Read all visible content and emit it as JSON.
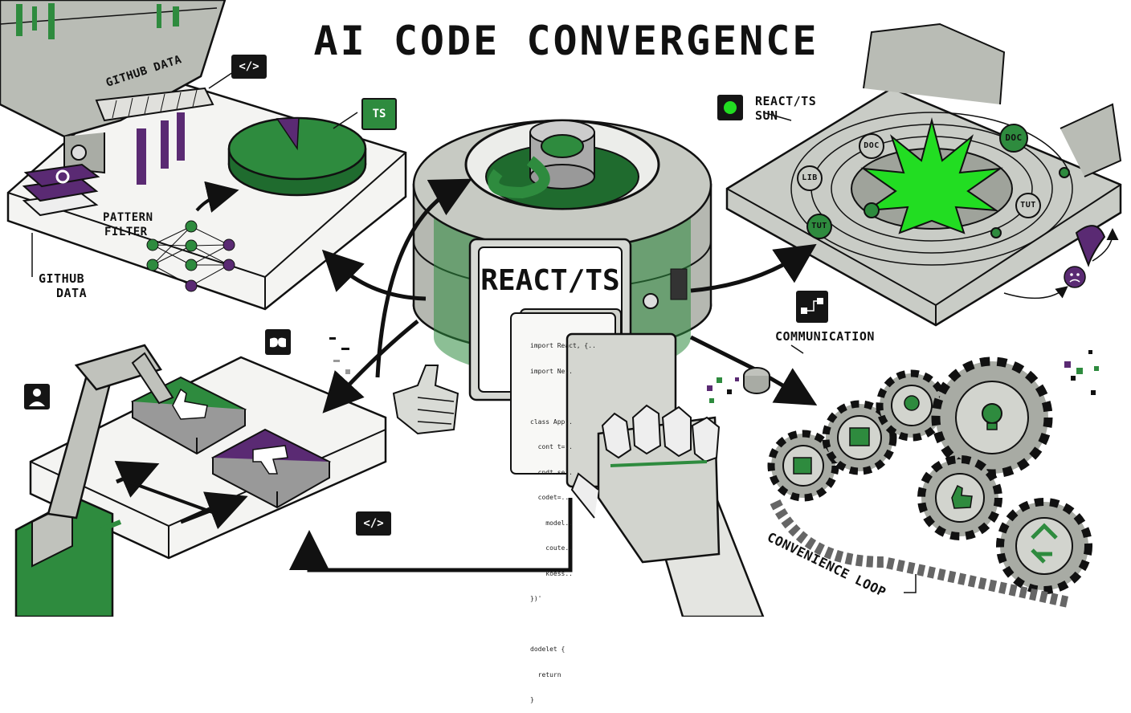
{
  "title": "AI CODE CONVERGENCE",
  "labels": {
    "github_hopper": "GITHUB DATA",
    "github_data_line1": "GITHUB",
    "github_data_line2": "DATA",
    "pattern_filter_line1": "PATTERN",
    "pattern_filter_line2": "FILTER",
    "react_ts_sun_line1": "REACT/TS",
    "react_ts_sun_line2": "SUN",
    "communication": "COMMUNICATION",
    "convenience_loop": "CONVENIENCE LOOP",
    "central_card": "REACT/TS"
  },
  "chips": {
    "code_top": "</>",
    "ts": "TS",
    "code_bottom": "</>"
  },
  "orbit_bodies": [
    "DOC",
    "DOC",
    "LIB",
    "TUT",
    "TUT"
  ],
  "code_snippet": [
    "import React, {..",
    "import Ne..",
    "",
    "class App..",
    "  cont t=..",
    "  cndt.se..",
    "  codet=..",
    "    model..",
    "    coute..",
    "    koess..",
    "})'",
    "",
    "dodelet {",
    "  return",
    "}"
  ],
  "colors": {
    "green": "#2e8b3e",
    "bright_green": "#22dd22",
    "purple": "#5a2a73",
    "ink": "#111111",
    "concrete": "#c9ccc6"
  },
  "icons": [
    "pie-chart-icon",
    "neural-network-icon",
    "book-stack-icon",
    "thumbs-up-icon",
    "thumbs-down-icon",
    "mask-icon",
    "user-icon",
    "sun-icon",
    "sad-face-icon",
    "flow-icon",
    "lightbulb-icon",
    "recycle-icon",
    "robot-hand-icon",
    "robot-arm-icon"
  ]
}
